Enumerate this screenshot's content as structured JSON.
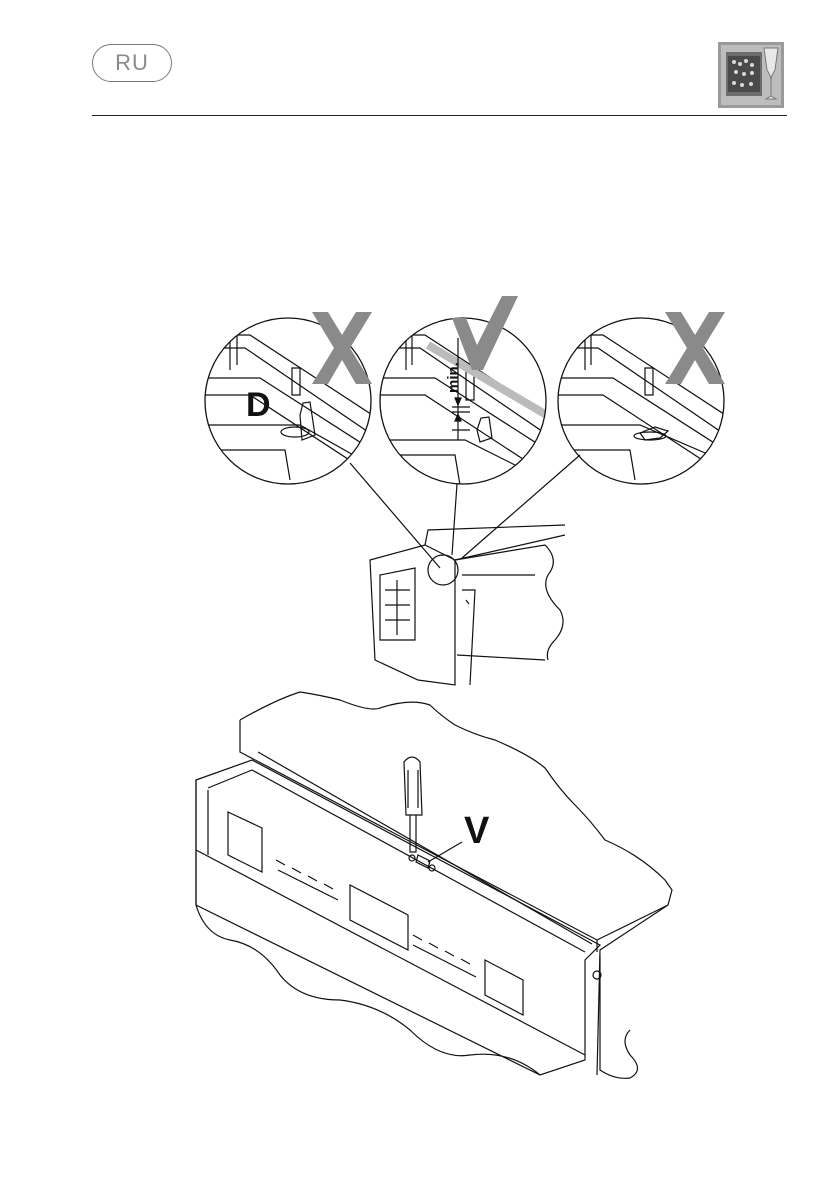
{
  "header": {
    "language_code": "RU",
    "category_icon": "dishwasher-glass-icon"
  },
  "figure_top": {
    "label_D": "D",
    "label_min": "min.",
    "left_mark": "cross-icon",
    "center_mark": "check-icon",
    "right_mark": "cross-icon"
  },
  "figure_bottom": {
    "label_V": "V"
  }
}
